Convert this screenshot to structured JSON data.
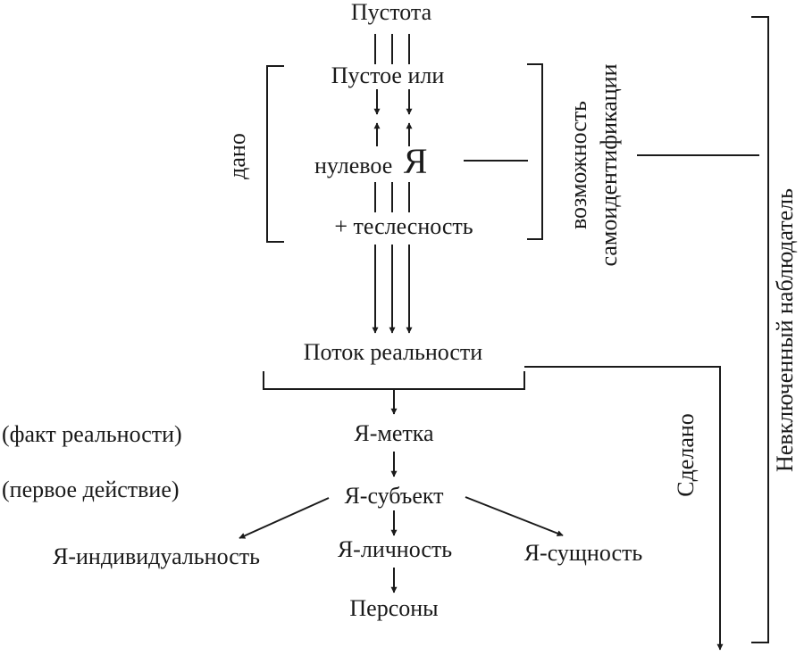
{
  "diagram": {
    "nodes": {
      "void": "Пустота",
      "empty_or": "Пустое или",
      "zero_prefix": "нулевое",
      "zero_ya": "Я",
      "corporeality": "+ теслесность",
      "reality_flow": "Поток реальности",
      "ya_mark": "Я-метка",
      "ya_subject": "Я-субъект",
      "ya_individuality": "Я-индивидуальность",
      "ya_personality": "Я-личность",
      "ya_essence": "Я-сущность",
      "personas": "Персоны"
    },
    "annotations": {
      "fact_of_reality": "(факт реальности)",
      "first_action": "(первое действие)"
    },
    "brackets": {
      "given": "дано",
      "possibility_line1": "возможность",
      "possibility_line2": "самоидентификации",
      "done": "Сделано",
      "observer": "Невключенный наблюдатель"
    },
    "colors": {
      "ink": "#1a1a1a",
      "background": "#ffffff"
    }
  }
}
